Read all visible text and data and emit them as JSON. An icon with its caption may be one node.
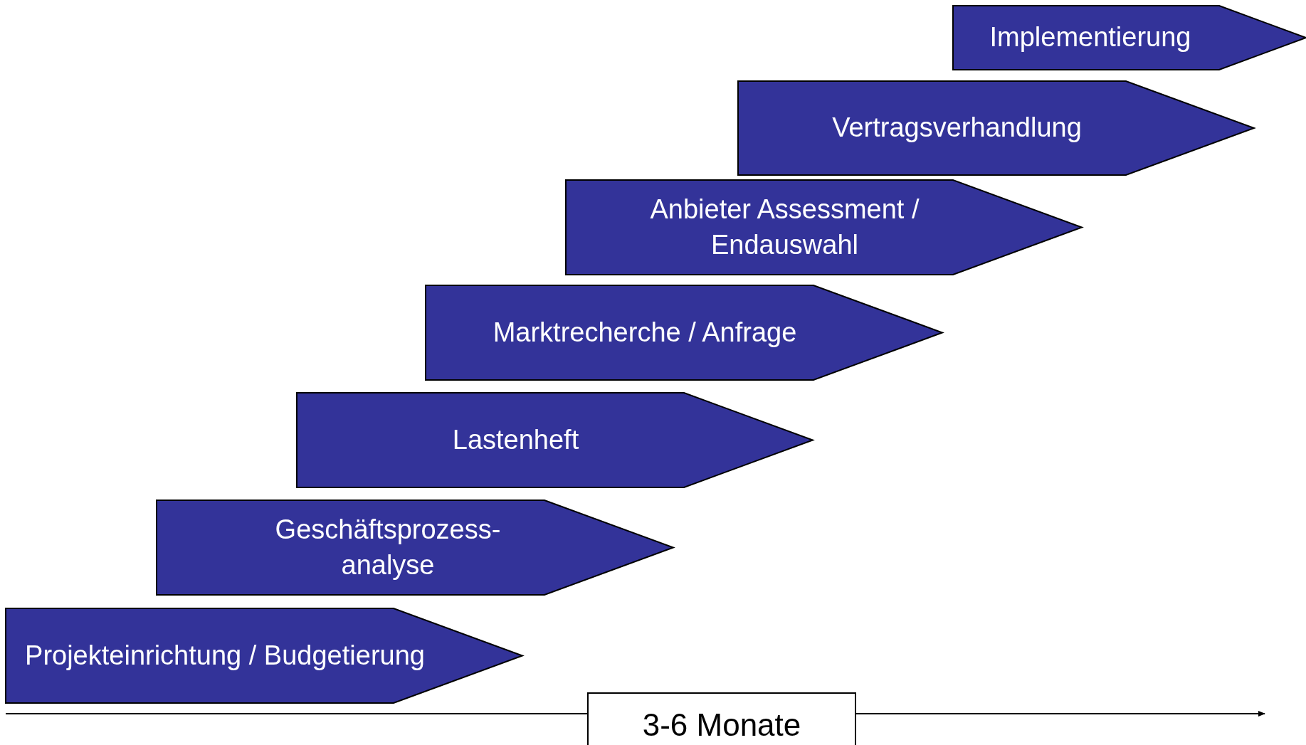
{
  "diagram": {
    "nodes": [
      {
        "text": [
          "Implementierung"
        ]
      },
      {
        "text": [
          "Vertragsverhandlung"
        ]
      },
      {
        "text": [
          "Anbieter Assessment / Endauswahl"
        ]
      },
      {
        "text": [
          "Marktrecherche / Anfrage"
        ]
      },
      {
        "text": [
          "Lastenheft"
        ]
      },
      {
        "text": [
          "Geschäftsprozess-analyse"
        ]
      },
      {
        "text": [
          "Projekteinrichtung / Budgetierung"
        ]
      },
      {
        "text": [
          "3-6 Monate"
        ]
      }
    ]
  }
}
